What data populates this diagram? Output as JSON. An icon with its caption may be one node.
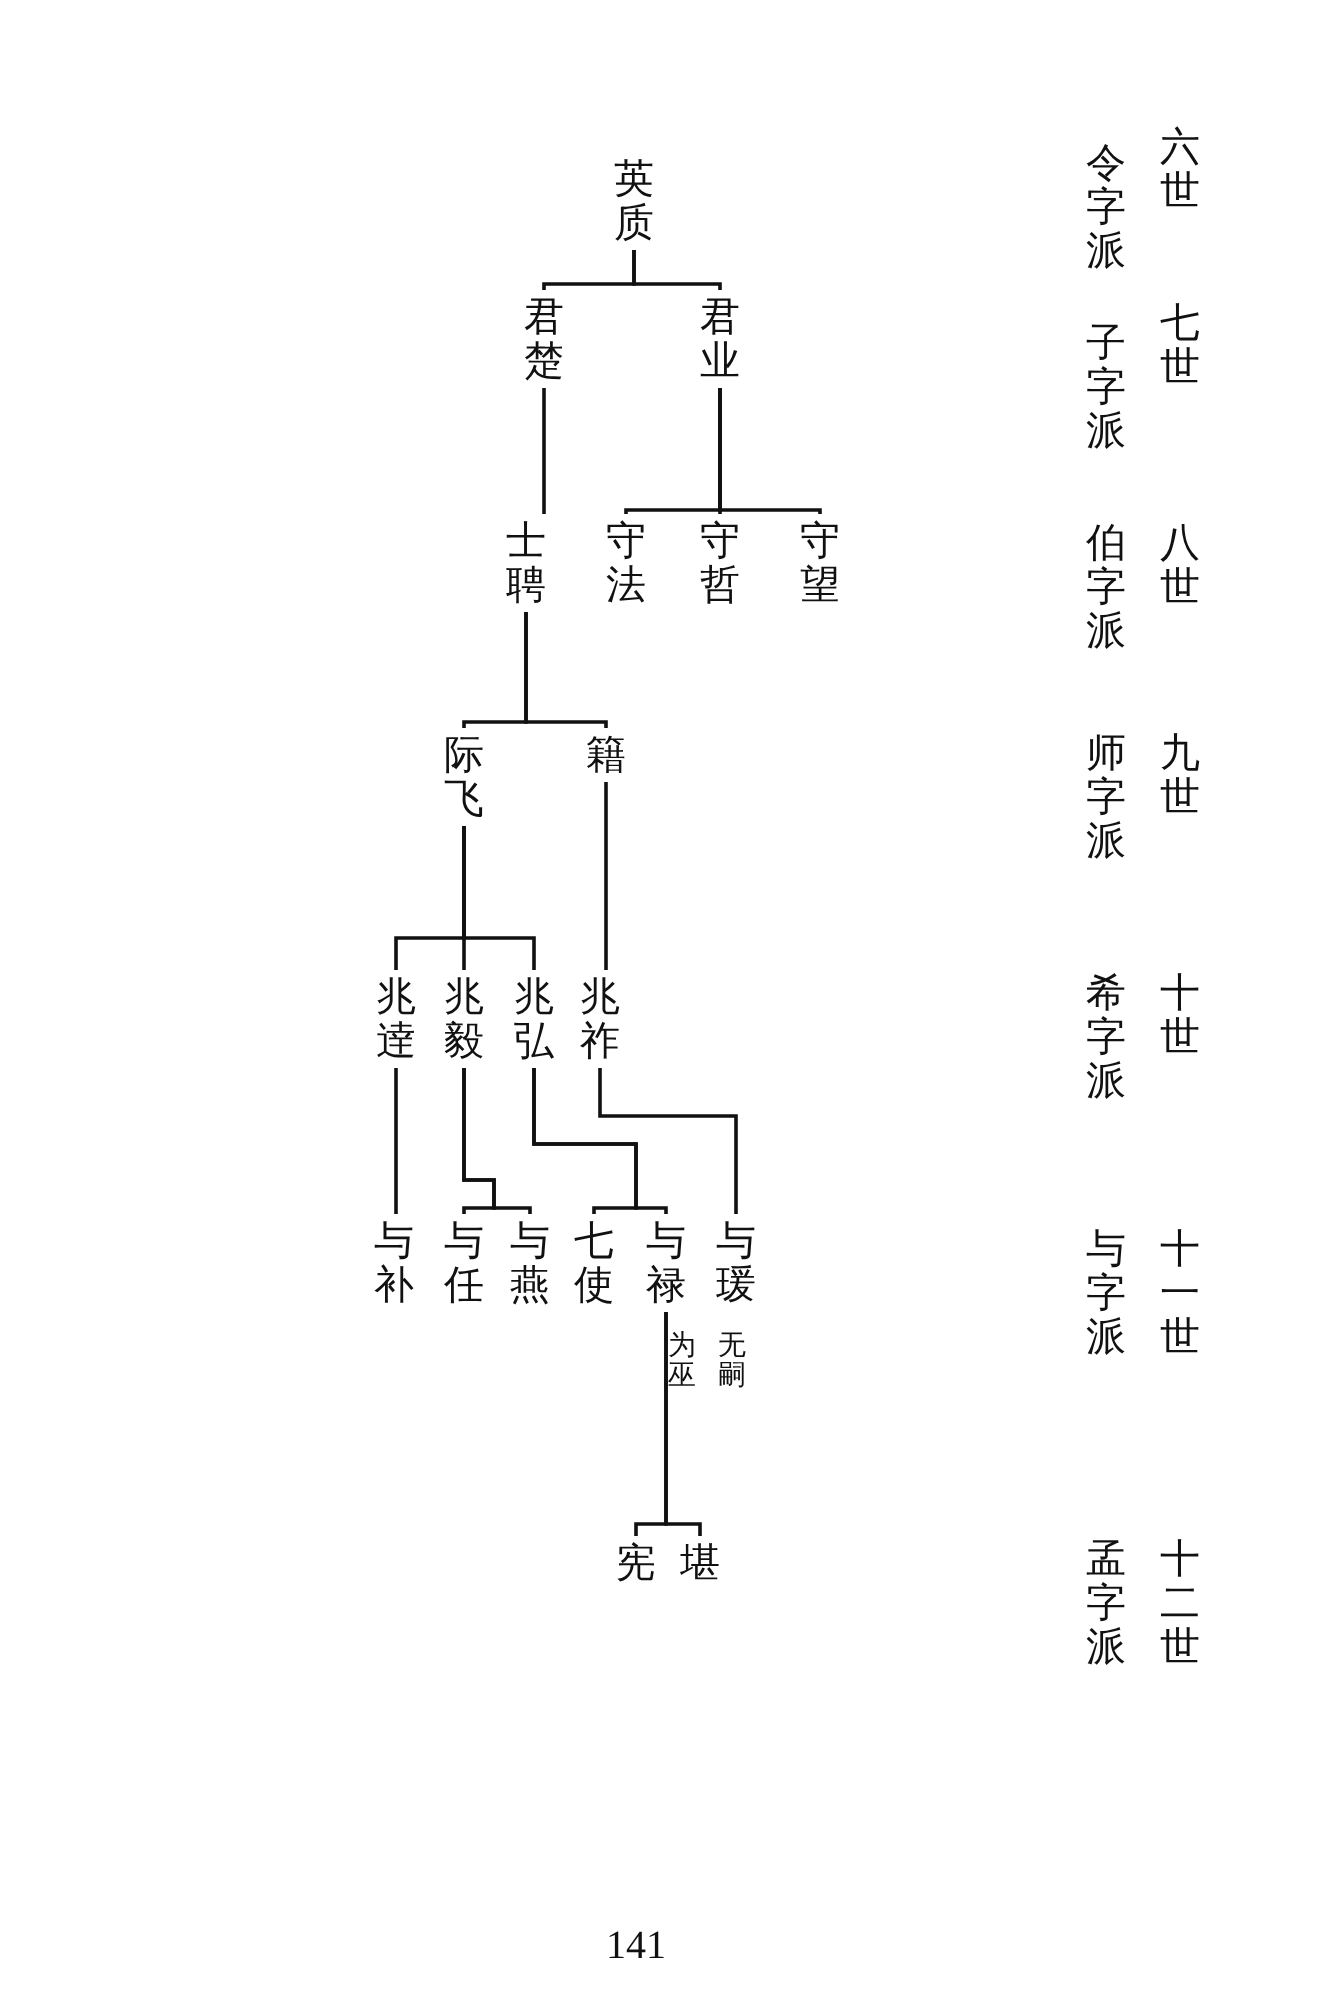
{
  "diagram": {
    "nodes": [
      {
        "text": [
          "英质"
        ]
      },
      {
        "text": [
          "君楚"
        ]
      },
      {
        "text": [
          "君业"
        ]
      },
      {
        "text": [
          "士聘"
        ]
      },
      {
        "text": [
          "守法"
        ]
      },
      {
        "text": [
          "守哲"
        ]
      },
      {
        "text": [
          "守望"
        ]
      },
      {
        "text": [
          "际飞"
        ]
      },
      {
        "text": [
          "籍"
        ]
      },
      {
        "text": [
          "兆逹"
        ]
      },
      {
        "text": [
          "兆毅"
        ]
      },
      {
        "text": [
          "兆弘"
        ]
      },
      {
        "text": [
          "兆祚"
        ]
      },
      {
        "text": [
          "与补"
        ]
      },
      {
        "text": [
          "与任"
        ]
      },
      {
        "text": [
          "与燕"
        ]
      },
      {
        "text": [
          "七使"
        ]
      },
      {
        "text": [
          "与禄"
        ],
        "beside": [
          "为巫"
        ]
      },
      {
        "text": [
          "与瑗"
        ],
        "beside": [
          "无嗣"
        ]
      },
      {
        "text": [
          "宪"
        ]
      },
      {
        "text": [
          "堪"
        ]
      }
    ],
    "edges": [
      {
        "from": 0,
        "to": 1,
        "arrow": "none"
      },
      {
        "from": 0,
        "to": 2,
        "arrow": "none"
      },
      {
        "from": 1,
        "to": 3,
        "arrow": "none"
      },
      {
        "from": 2,
        "to": 4,
        "arrow": "none"
      },
      {
        "from": 2,
        "to": 5,
        "arrow": "none"
      },
      {
        "from": 2,
        "to": 6,
        "arrow": "none"
      },
      {
        "from": 3,
        "to": 7,
        "arrow": "none"
      },
      {
        "from": 3,
        "to": 8,
        "arrow": "none"
      },
      {
        "from": 7,
        "to": 9,
        "arrow": "none"
      },
      {
        "from": 7,
        "to": 10,
        "arrow": "none"
      },
      {
        "from": 7,
        "to": 11,
        "arrow": "none"
      },
      {
        "from": 8,
        "to": 12,
        "arrow": "none"
      },
      {
        "from": 9,
        "to": 13,
        "arrow": "none"
      },
      {
        "from": 10,
        "to": 14,
        "arrow": "none"
      },
      {
        "from": 10,
        "to": 15,
        "arrow": "none"
      },
      {
        "from": 11,
        "to": 16,
        "arrow": "none"
      },
      {
        "from": 11,
        "to": 17,
        "arrow": "none"
      },
      {
        "from": 12,
        "to": 18,
        "arrow": "none"
      },
      {
        "from": 17,
        "to": 19,
        "arrow": "none"
      },
      {
        "from": 17,
        "to": 20,
        "arrow": "none"
      }
    ],
    "labels": [
      "六世",
      "令字派",
      "七世",
      "子字派",
      "八世",
      "伯字派",
      "九世",
      "师字派",
      "十世",
      "希字派",
      "十一世",
      "与字派",
      "十二世",
      "孟字派",
      "141"
    ]
  }
}
